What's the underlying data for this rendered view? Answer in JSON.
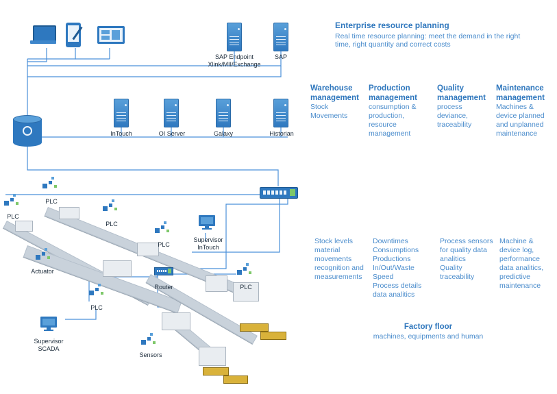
{
  "erp": {
    "title": "Enterprise resource planning",
    "description_line1": "Real time resource planning: meet the demand in the right",
    "description_line2": "time, right quantity and correct costs"
  },
  "top_servers": [
    {
      "label_line1": "SAP Endpoint",
      "label_line2": "Xlink/MII/Exchange"
    },
    {
      "label_line1": "SAP",
      "label_line2": ""
    }
  ],
  "mid_servers": [
    {
      "label": "InTouch"
    },
    {
      "label": "OI Server"
    },
    {
      "label": "Galaxy"
    },
    {
      "label": "Historian"
    }
  ],
  "management_columns": [
    {
      "title_line1": "Warehouse",
      "title_line2": "management",
      "text": "Stock\nMovements"
    },
    {
      "title_line1": "Production",
      "title_line2": "management",
      "text": "consumption &\nproduction,\nresource\nmanagement"
    },
    {
      "title_line1": "Quality",
      "title_line2": "management",
      "text": "process\ndeviance,\ntraceability"
    },
    {
      "title_line1": "Maintenance",
      "title_line2": "management",
      "text": "Machines &\ndevice planned\nand unplanned\nmaintenance"
    }
  ],
  "floor_columns": [
    {
      "text": "Stock levels\nmaterial\nmovements\nrecognition and\nmeasurements"
    },
    {
      "text": "Downtimes\nConsumptions\nProductions\nIn/Out/Waste\nSpeed\nProcess details\ndata analitics"
    },
    {
      "text": "Process sensors\nfor quality data\nanalitics\nQuality\ntraceability"
    },
    {
      "text": "Machine &\ndevice log,\nperformance\ndata analitics,\npredictive\nmaintenance"
    }
  ],
  "factory_floor": {
    "title": "Factory floor",
    "subtitle": "machines, equipments and human"
  },
  "floor_labels": {
    "plc_1": "PLC",
    "plc_2": "PLC",
    "plc_3": "PLC",
    "plc_4": "PLC",
    "plc_5": "PLC",
    "plc_6": "PLC",
    "actuator": "Actuator",
    "router": "Router",
    "sensors": "Sensors",
    "supervisor_intouch_line1": "Supervisor",
    "supervisor_intouch_line2": "InTouch",
    "supervisor_scada_line1": "Supervisor",
    "supervisor_scada_line2": "SCADA"
  },
  "colors": {
    "accent": "#2f77bd",
    "text": "#4a8ccc",
    "wire": "#4a90d9",
    "icon_blue": "#2e78bf"
  }
}
